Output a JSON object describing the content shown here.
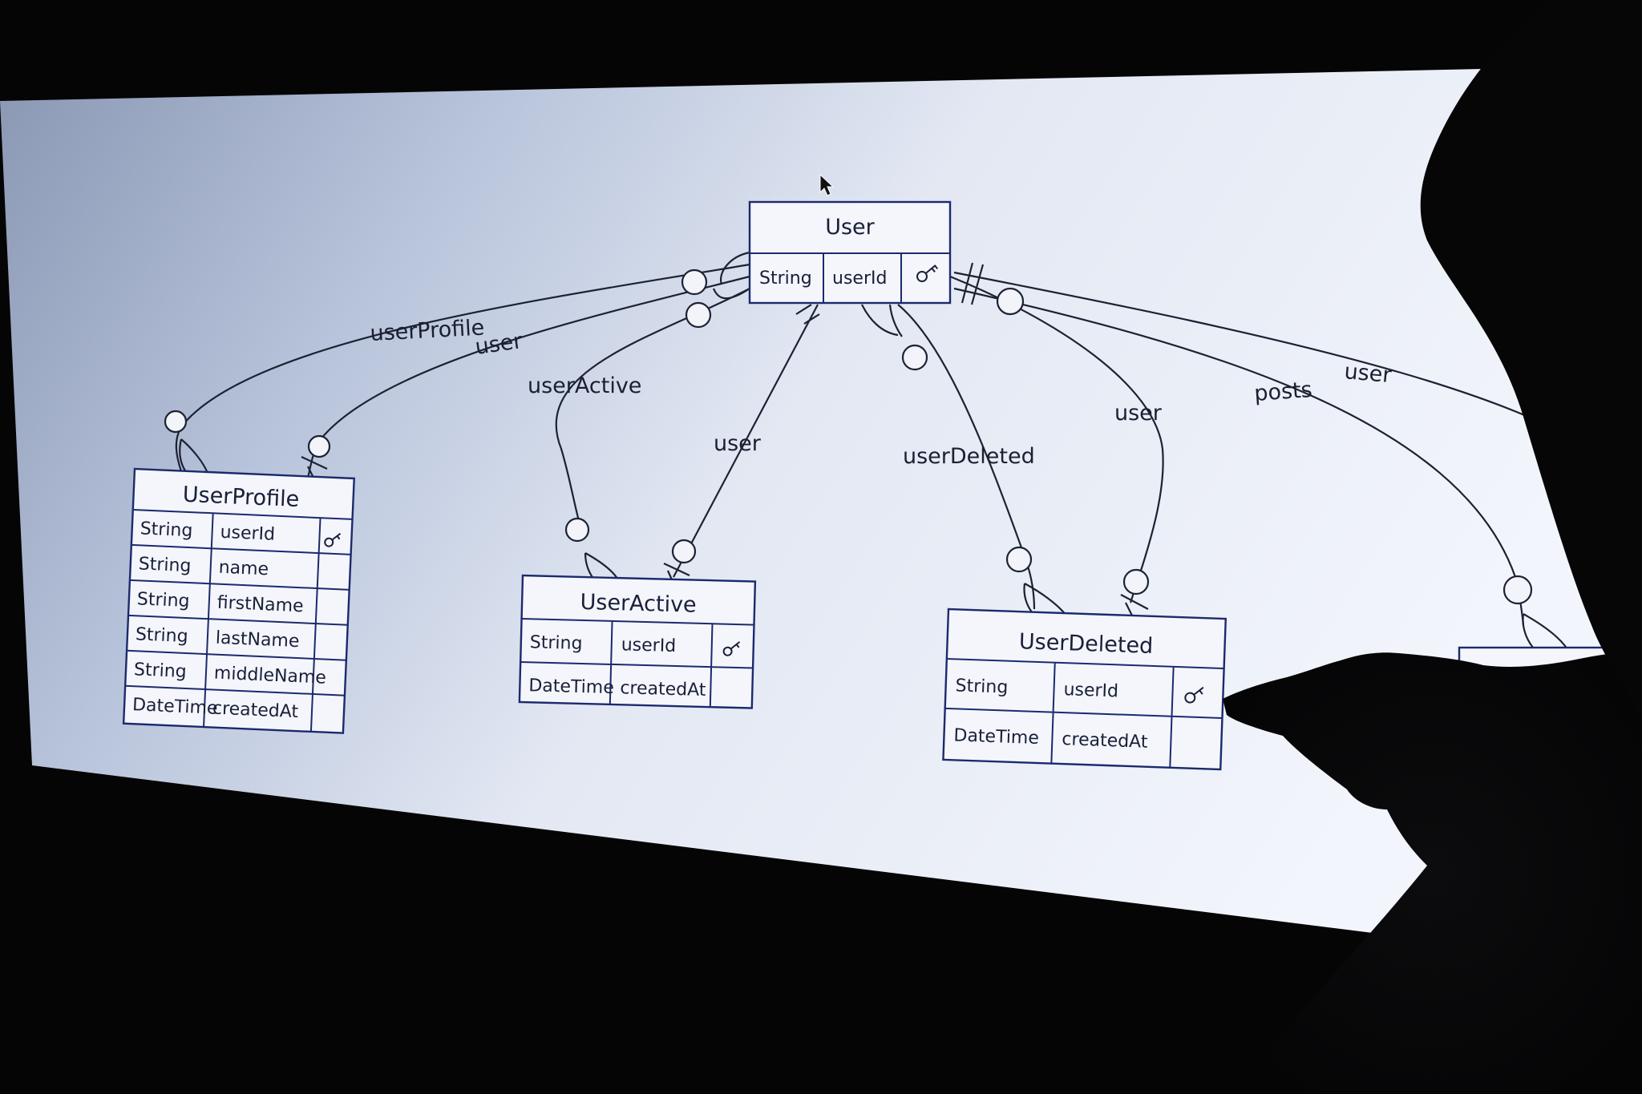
{
  "entities": {
    "user": {
      "title": "User",
      "rows": [
        {
          "type": "String",
          "field": "userId",
          "key": "key-icon"
        }
      ]
    },
    "user_profile": {
      "title": "UserProfile",
      "rows": [
        {
          "type": "String",
          "field": "userId",
          "key": "key-icon"
        },
        {
          "type": "String",
          "field": "name",
          "key": ""
        },
        {
          "type": "String",
          "field": "firstName",
          "key": ""
        },
        {
          "type": "String",
          "field": "lastName",
          "key": ""
        },
        {
          "type": "String",
          "field": "middleName",
          "key": ""
        },
        {
          "type": "DateTime",
          "field": "createdAt",
          "key": ""
        }
      ]
    },
    "user_active": {
      "title": "UserActive",
      "rows": [
        {
          "type": "String",
          "field": "userId",
          "key": "key-icon"
        },
        {
          "type": "DateTime",
          "field": "createdAt",
          "key": ""
        }
      ]
    },
    "user_deleted": {
      "title": "UserDeleted",
      "rows": [
        {
          "type": "String",
          "field": "userId",
          "key": "key-icon"
        },
        {
          "type": "DateTime",
          "field": "createdAt",
          "key": ""
        }
      ]
    }
  },
  "relations": {
    "user_profile": "userProfile",
    "profile_user": "user",
    "user_active": "userActive",
    "active_user": "user",
    "user_deleted": "userDeleted",
    "deleted_user": "user",
    "posts": "posts",
    "post_user": "user"
  },
  "colors": {
    "entity_border": "#1b2a6e",
    "connector": "#1c2233",
    "screen_bg": "#e6ebf5"
  }
}
